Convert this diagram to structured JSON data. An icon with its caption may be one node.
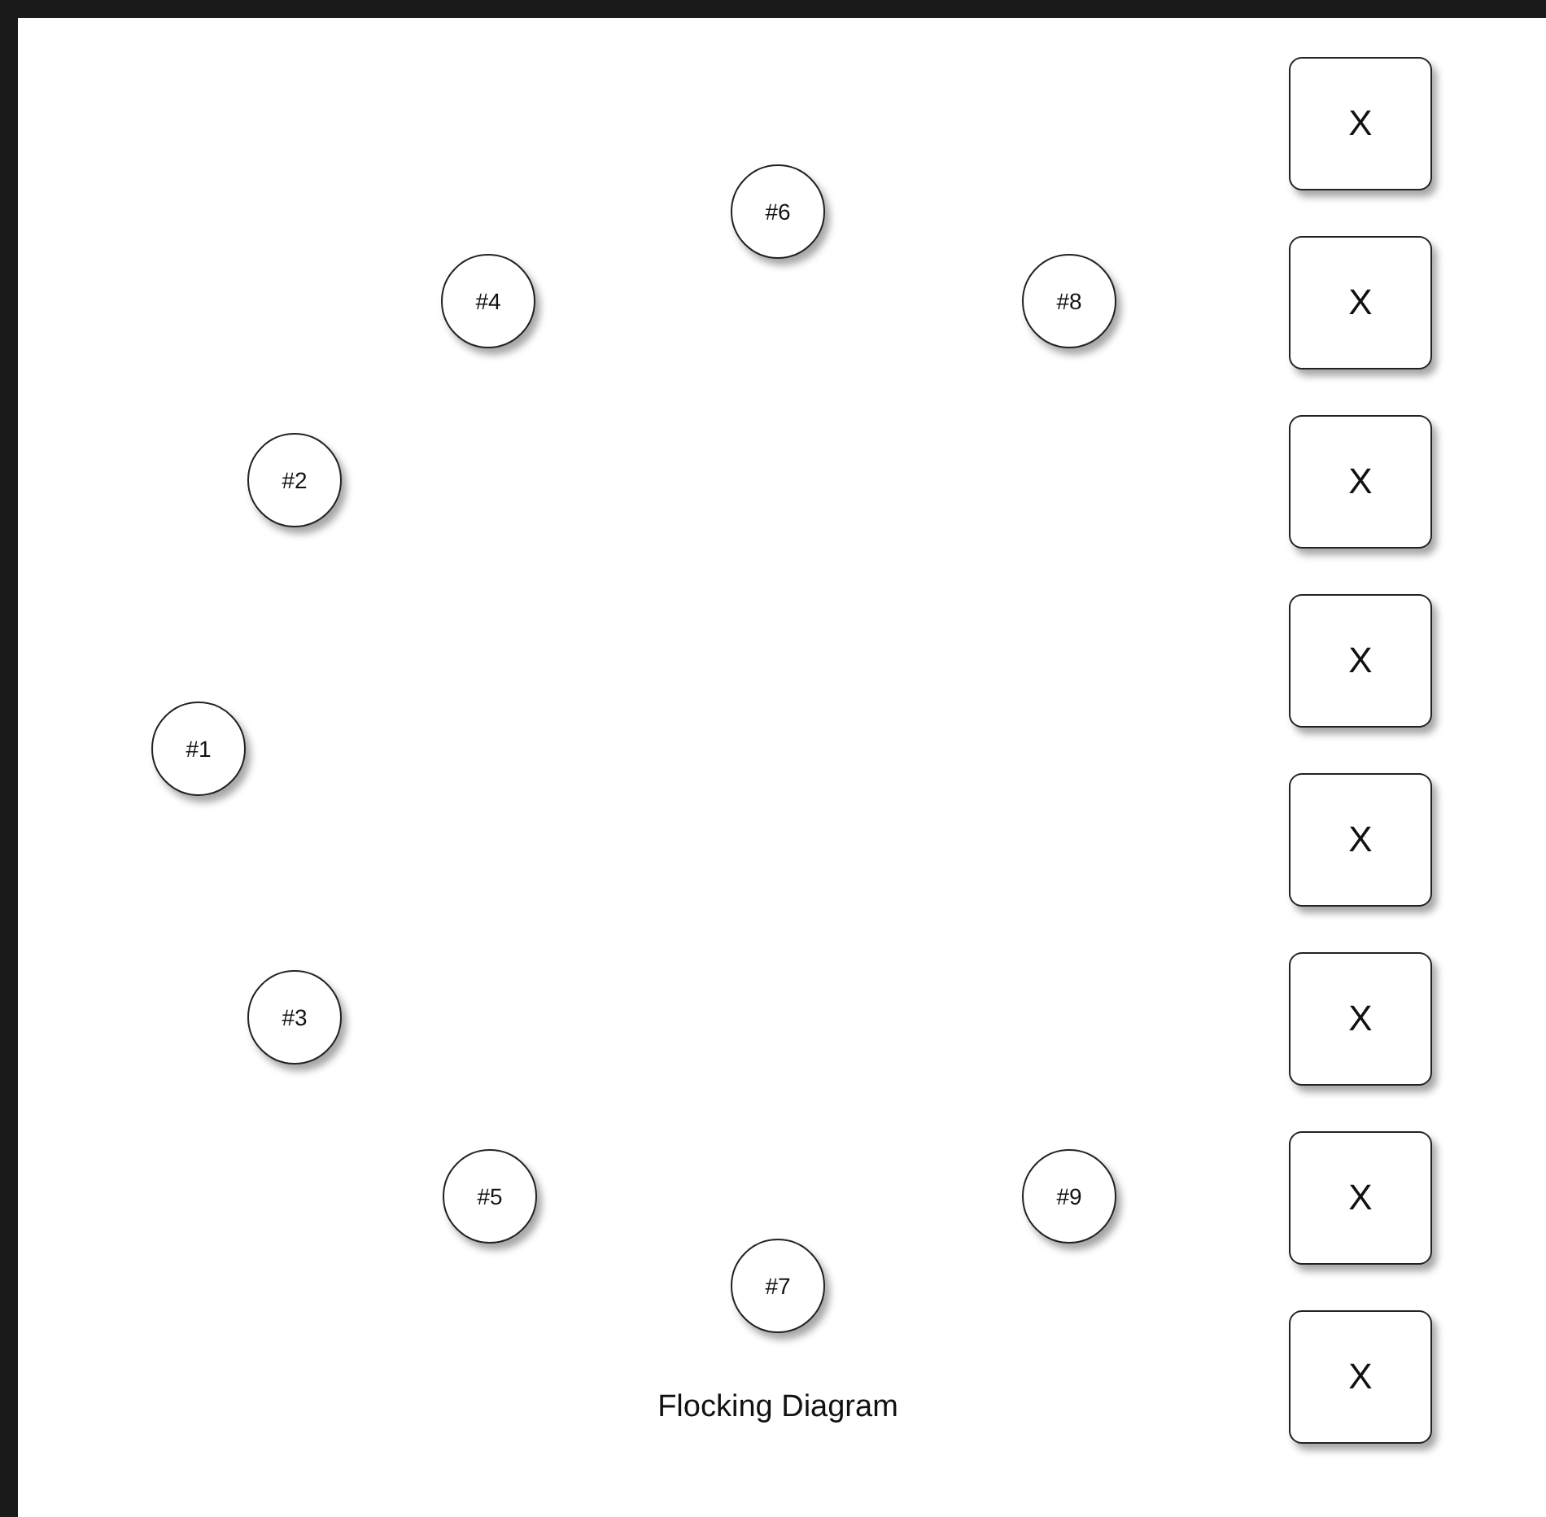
{
  "diagram": {
    "caption": "Flocking Diagram",
    "nodes": [
      {
        "text": [
          "#1"
        ]
      },
      {
        "text": [
          "#2"
        ]
      },
      {
        "text": [
          "#3"
        ]
      },
      {
        "text": [
          "#4"
        ]
      },
      {
        "text": [
          "#5"
        ]
      },
      {
        "text": [
          "#6"
        ]
      },
      {
        "text": [
          "#7"
        ]
      },
      {
        "text": [
          "#8"
        ]
      },
      {
        "text": [
          "#9"
        ]
      },
      {
        "text": [
          "X"
        ]
      },
      {
        "text": [
          "X"
        ]
      },
      {
        "text": [
          "X"
        ]
      },
      {
        "text": [
          "X"
        ]
      },
      {
        "text": [
          "X"
        ]
      },
      {
        "text": [
          "X"
        ]
      },
      {
        "text": [
          "X"
        ]
      },
      {
        "text": [
          "X"
        ]
      }
    ],
    "edges": []
  }
}
